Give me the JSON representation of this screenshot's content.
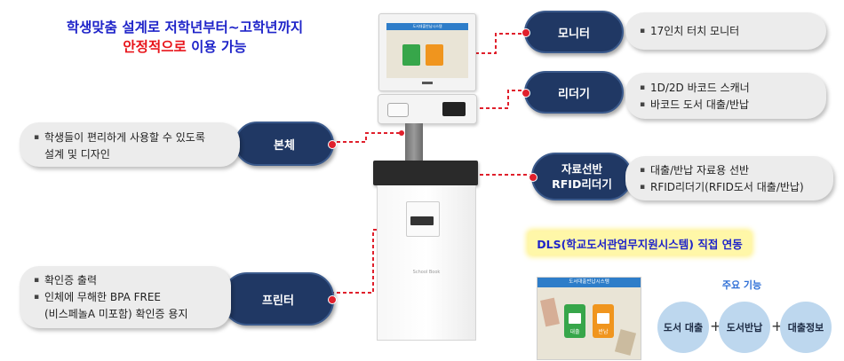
{
  "headline": {
    "line1": "학생맞춤 설계로 저학년부터~고학년까지",
    "line2_red": "안정적으로",
    "line2_blue": " 이용 가능"
  },
  "labels": {
    "monitor": "모니터",
    "reader": "리더기",
    "body": "본체",
    "shelf_line1": "자료선반",
    "shelf_line2": "RFID리더기",
    "printer": "프린터"
  },
  "descriptions": {
    "monitor": [
      "17인치 터치 모니터"
    ],
    "reader": [
      "1D/2D 바코드 스캐너",
      "바코드 도서 대출/반납"
    ],
    "body": [
      "학생들이 편리하게 사용할 수 있도록",
      "설계 및 디자인"
    ],
    "shelf": [
      "대출/반납 자료용 선반",
      "RFID리더기(RFID도서 대출/반납)"
    ],
    "printer": [
      "확인증 출력",
      "인체에 무해한 BPA FREE",
      "(비스페놀A 미포함) 확인증 용지"
    ]
  },
  "kiosk": {
    "screen_title": "도서대출반납시스템",
    "btn_loan": "대출",
    "btn_return": "반납",
    "brand": "School Book"
  },
  "dls": {
    "title": "DLS(학교도서관업무지원시스템) 직접 연동",
    "functions_title": "주요 기능",
    "functions": [
      "도서 대출",
      "도서반납",
      "대출정보"
    ],
    "plus": "+"
  },
  "colors": {
    "pill_bg": "#203864",
    "connector_red": "#e0202c",
    "desc_bg": "#ececec",
    "function_circle": "#bdd7ee",
    "highlight_yellow": "#fff7a8"
  }
}
